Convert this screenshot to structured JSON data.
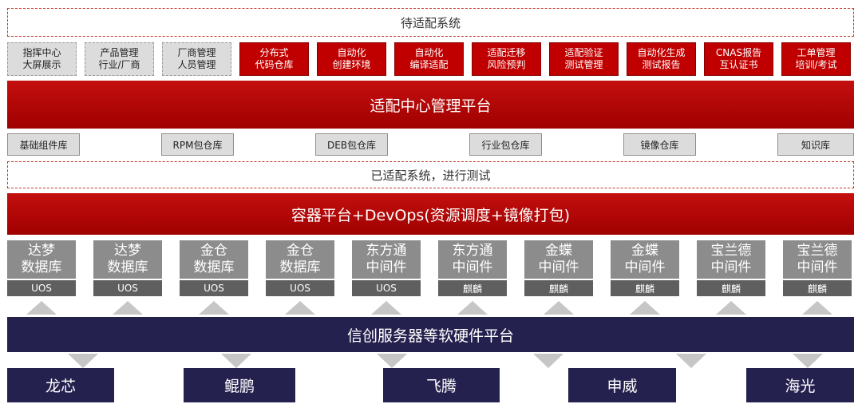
{
  "pending_label": "待适配系统",
  "modules": [
    {
      "line1": "指挥中心",
      "line2": "大屏展示",
      "style": "gray"
    },
    {
      "line1": "产品管理",
      "line2": "行业/厂商",
      "style": "gray"
    },
    {
      "line1": "厂商管理",
      "line2": "人员管理",
      "style": "gray"
    },
    {
      "line1": "分布式",
      "line2": "代码仓库",
      "style": "red"
    },
    {
      "line1": "自动化",
      "line2": "创建环境",
      "style": "red"
    },
    {
      "line1": "自动化",
      "line2": "编译适配",
      "style": "red"
    },
    {
      "line1": "适配迁移",
      "line2": "风险预判",
      "style": "red"
    },
    {
      "line1": "适配验证",
      "line2": "测试管理",
      "style": "red"
    },
    {
      "line1": "自动化生成",
      "line2": "测试报告",
      "style": "red"
    },
    {
      "line1": "CNAS报告",
      "line2": "互认证书",
      "style": "red"
    },
    {
      "line1": "工单管理",
      "line2": "培训/考试",
      "style": "red"
    }
  ],
  "platform_label": "适配中心管理平台",
  "repos": [
    "基础组件库",
    "RPM包仓库",
    "DEB包仓库",
    "行业包仓库",
    "镜像仓库",
    "知识库"
  ],
  "adapted_label": "已适配系统，进行测试",
  "container_label": "容器平台+DevOps(资源调度+镜像打包)",
  "components": [
    {
      "line1": "达梦",
      "line2": "数据库",
      "os": "UOS"
    },
    {
      "line1": "达梦",
      "line2": "数据库",
      "os": "UOS"
    },
    {
      "line1": "金仓",
      "line2": "数据库",
      "os": "UOS"
    },
    {
      "line1": "金仓",
      "line2": "数据库",
      "os": "UOS"
    },
    {
      "line1": "东方通",
      "line2": "中间件",
      "os": "UOS"
    },
    {
      "line1": "东方通",
      "line2": "中间件",
      "os": "麒麟"
    },
    {
      "line1": "金蝶",
      "line2": "中间件",
      "os": "麒麟"
    },
    {
      "line1": "金蝶",
      "line2": "中间件",
      "os": "麒麟"
    },
    {
      "line1": "宝兰德",
      "line2": "中间件",
      "os": "麒麟"
    },
    {
      "line1": "宝兰德",
      "line2": "中间件",
      "os": "麒麟"
    }
  ],
  "hardware_label": "信创服务器等软硬件平台",
  "chips": [
    "龙芯",
    "鲲鹏",
    "飞腾",
    "申威",
    "海光"
  ],
  "colors": {
    "red": "#c00000",
    "navy": "#25214f",
    "gray": "#dcdcdc",
    "dark_gray": "#8c8c8c"
  }
}
